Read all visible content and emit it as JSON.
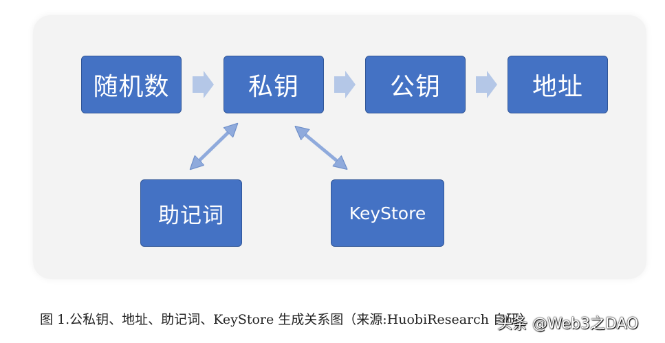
{
  "diagram": {
    "nodes": {
      "random": "随机数",
      "private_key": "私钥",
      "public_key": "公钥",
      "address": "地址",
      "mnemonic": "助记词",
      "keystore": "KeyStore"
    },
    "edges": [
      {
        "from": "random",
        "to": "private_key",
        "style": "block-arrow"
      },
      {
        "from": "private_key",
        "to": "public_key",
        "style": "block-arrow"
      },
      {
        "from": "public_key",
        "to": "address",
        "style": "block-arrow"
      },
      {
        "from": "private_key",
        "to": "mnemonic",
        "style": "double-arrow"
      },
      {
        "from": "private_key",
        "to": "keystore",
        "style": "double-arrow"
      }
    ]
  },
  "caption": "图 1.公私钥、地址、助记词、KeyStore 生成关系图（来源:HuobiResearch 自研）",
  "watermark": "头条 @Web3之DAO",
  "colors": {
    "node_fill": "#4472c4",
    "node_text": "#ffffff",
    "arrow_fill": "#b4c7e7",
    "panel_bg": "#f3f3f3"
  }
}
